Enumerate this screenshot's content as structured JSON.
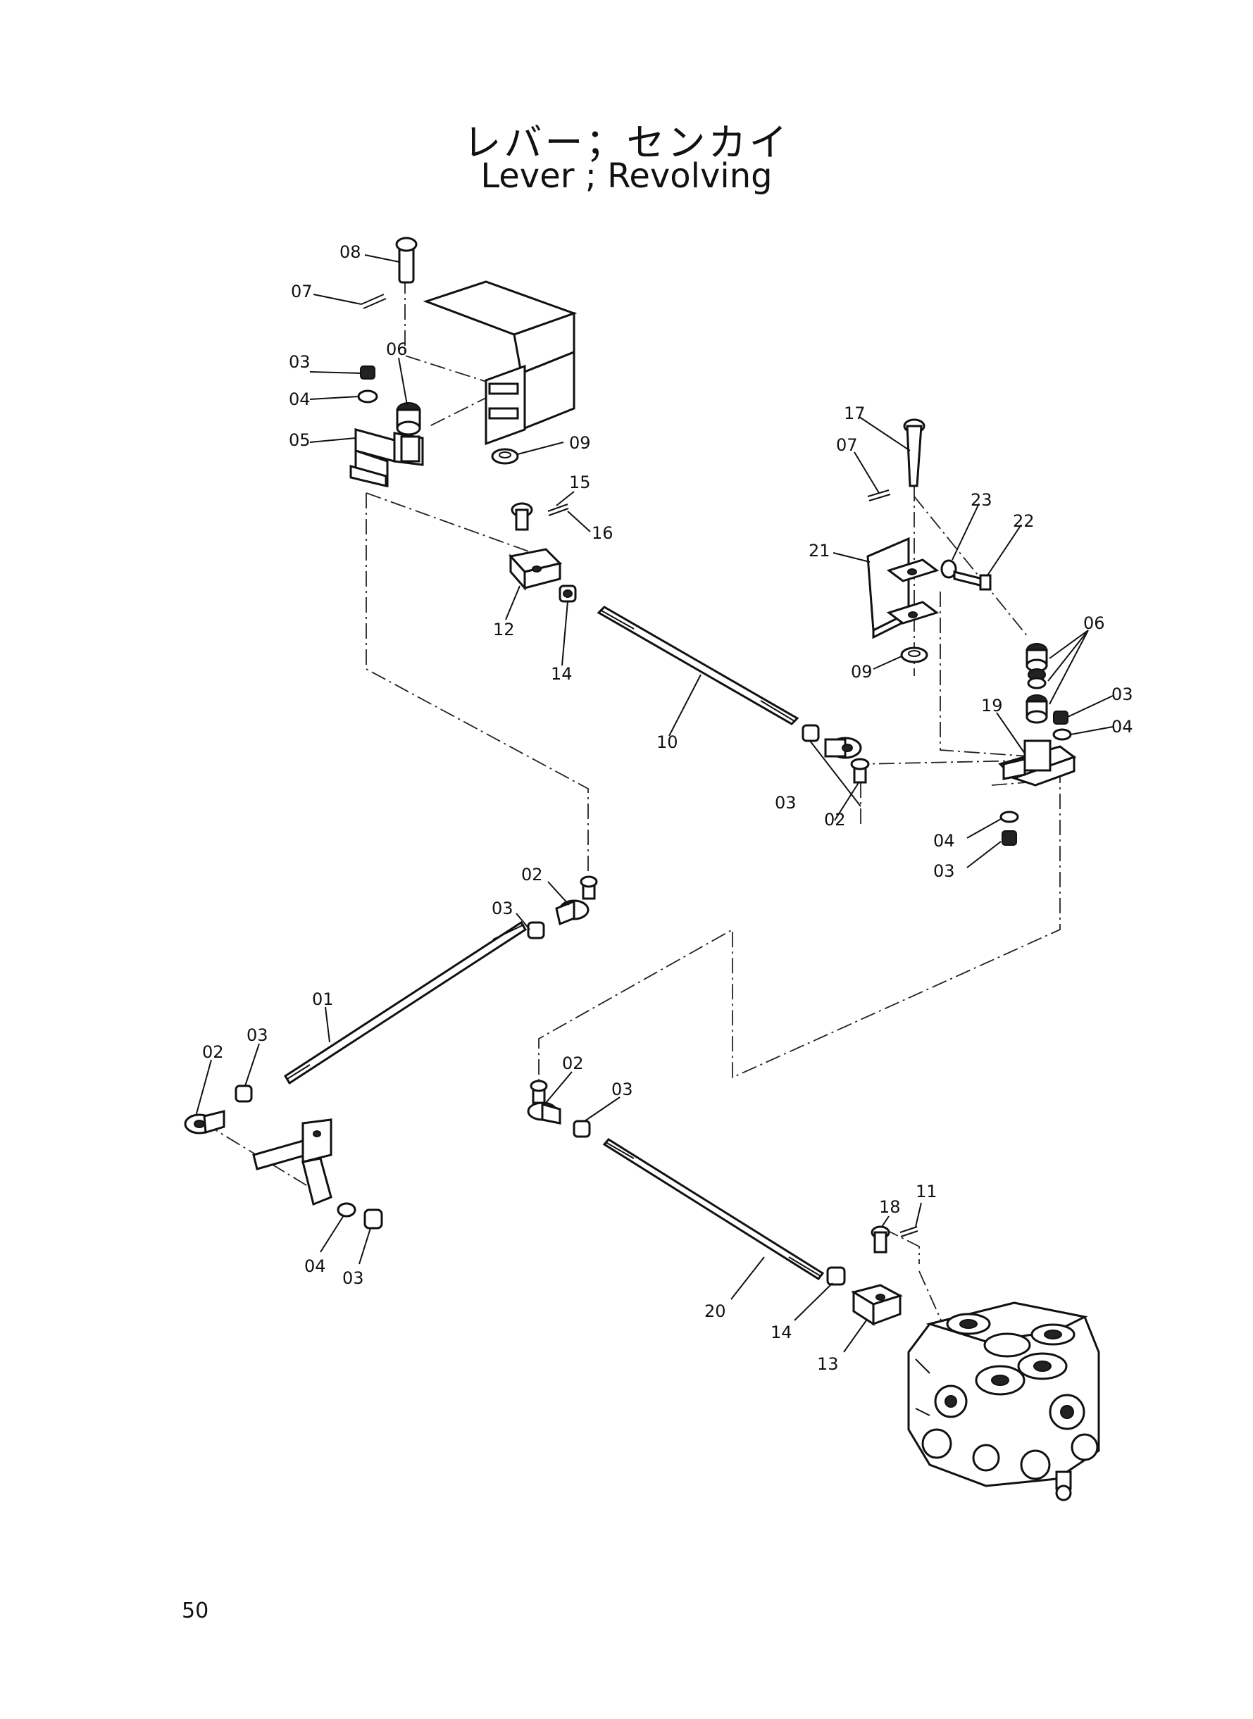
{
  "title_jp": "レバー；センカイ",
  "title_en": "Lever ; Revolving",
  "page_number": "50",
  "callouts": [
    "08",
    "07",
    "03",
    "06",
    "04",
    "05",
    "09",
    "15",
    "16",
    "12",
    "14",
    "10",
    "03",
    "02",
    "17",
    "07",
    "23",
    "22",
    "21",
    "09",
    "06",
    "03",
    "19",
    "04",
    "04",
    "03",
    "02",
    "03",
    "01",
    "03",
    "02",
    "04",
    "03",
    "02",
    "03",
    "18",
    "11",
    "20",
    "14",
    "13"
  ]
}
